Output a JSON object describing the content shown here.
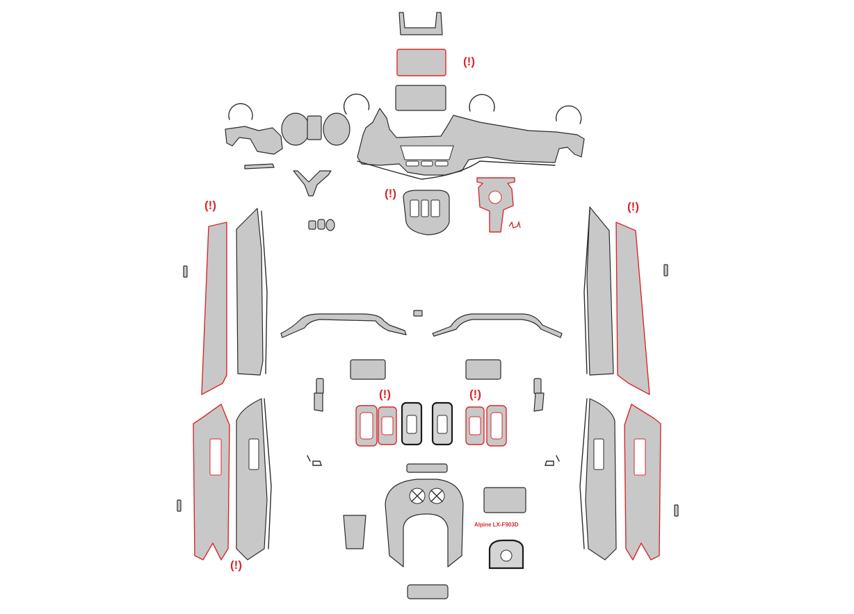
{
  "colors": {
    "warning": "#d8282a",
    "part_fill": "#c8c8c8",
    "outline": "#2a2a2a"
  },
  "icons": {
    "warning": "warning-icon"
  },
  "warnings": [
    {
      "id": "warn-top-screen",
      "text": "(!)"
    },
    {
      "id": "warn-center-console",
      "text": "(!)"
    },
    {
      "id": "warn-left-door-upper",
      "text": "(!)"
    },
    {
      "id": "warn-right-door-upper",
      "text": "(!)"
    },
    {
      "id": "warn-left-switch-panel",
      "text": "(!)"
    },
    {
      "id": "warn-right-switch-panel",
      "text": "(!)"
    },
    {
      "id": "warn-left-door-lower",
      "text": "(!)"
    }
  ],
  "labels": {
    "device_model": "Alpine LX-F903D"
  }
}
